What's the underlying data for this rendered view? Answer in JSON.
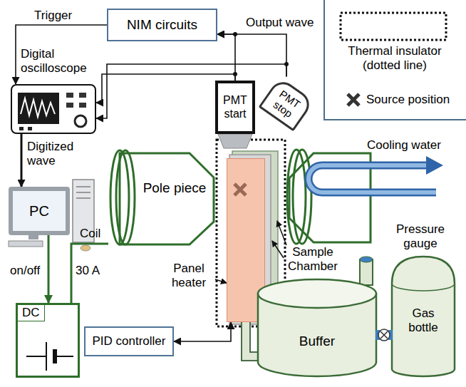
{
  "diagram": {
    "nodes": [
      {
        "text": [
          "NIM circuits"
        ]
      },
      {
        "text": [
          "Digital oscilloscope"
        ]
      },
      {
        "text": [
          "PC"
        ]
      },
      {
        "text": [
          "DC"
        ]
      },
      {
        "text": [
          "PMT start"
        ]
      },
      {
        "text": [
          "PMT stop"
        ]
      },
      {
        "text": [
          "Pole piece"
        ]
      },
      {
        "text": [
          "Panel heater"
        ]
      },
      {
        "text": [
          "PID controller"
        ]
      },
      {
        "text": [
          "Buffer"
        ]
      },
      {
        "text": [
          "Gas bottle"
        ]
      }
    ],
    "edges": [
      {
        "from": 0,
        "to": 1,
        "arrow": "to",
        "label": "Trigger"
      },
      {
        "from": 4,
        "to": 0,
        "arrow": "to"
      },
      {
        "from": 5,
        "to": 0,
        "arrow": "to",
        "label": "Output wave"
      },
      {
        "from": 4,
        "to": 1,
        "arrow": "to"
      },
      {
        "from": 5,
        "to": 1,
        "arrow": "to"
      },
      {
        "from": 1,
        "to": 2,
        "arrow": "to",
        "label": "Digitized wave"
      },
      {
        "from": 2,
        "to": 3,
        "arrow": "to",
        "label": "on/off"
      },
      {
        "from": 3,
        "to": 6,
        "arrow": "none",
        "label": "30 A"
      },
      {
        "from": 8,
        "to": 7,
        "arrow": "both"
      },
      {
        "from": 9,
        "to": 7,
        "arrow": "none"
      },
      {
        "from": 10,
        "to": 9,
        "arrow": "none"
      }
    ],
    "labels": [
      "Coil",
      "Cooling water",
      "Pressure gauge",
      "Sample Chamber"
    ],
    "legend": [
      {
        "text": "Thermal insulator (dotted line)"
      },
      {
        "text": "Source position"
      }
    ]
  }
}
